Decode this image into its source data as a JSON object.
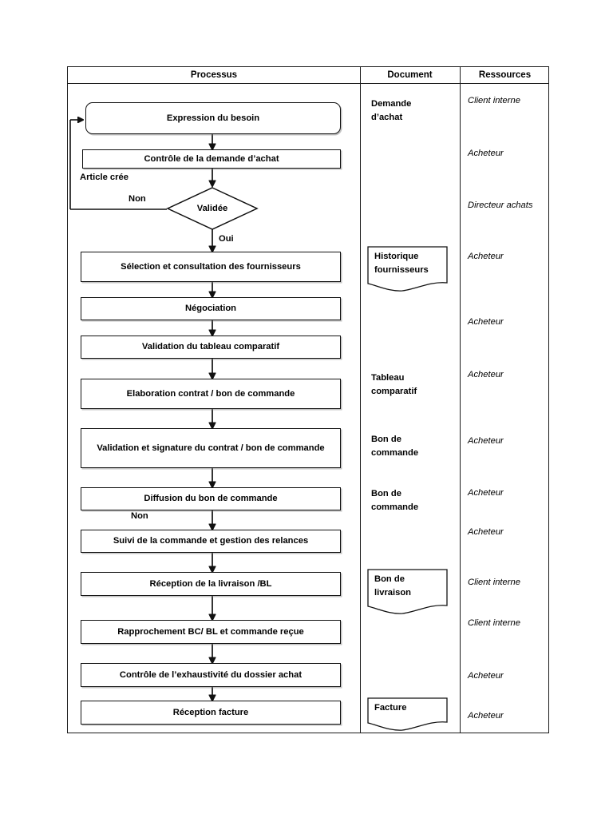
{
  "header": {
    "columns": [
      {
        "label": "Processus"
      },
      {
        "label": "Document"
      },
      {
        "label": "Ressources"
      }
    ]
  },
  "process": {
    "steps": [
      {
        "id": "expression-du-besoin",
        "label": "Expression du besoin",
        "shape": "rounded-rect"
      },
      {
        "id": "controle-demande-achat",
        "label": "Contrôle de la demande d’achat",
        "shape": "rect"
      },
      {
        "id": "validee",
        "label": "Validée",
        "shape": "diamond"
      },
      {
        "id": "selection-consultation",
        "label": "Sélection et consultation des fournisseurs",
        "shape": "rect"
      },
      {
        "id": "negociation",
        "label": "Négociation",
        "shape": "rect"
      },
      {
        "id": "validation-tableau",
        "label": "Validation du tableau comparatif",
        "shape": "rect"
      },
      {
        "id": "elaboration-contrat",
        "label": "Elaboration contrat / bon de commande",
        "shape": "rect"
      },
      {
        "id": "validation-signature",
        "label": "Validation et signature du contrat / bon de commande",
        "shape": "rect"
      },
      {
        "id": "diffusion-bon-commande",
        "label": "Diffusion du bon de commande",
        "shape": "rect"
      },
      {
        "id": "suivi-commande",
        "label": "Suivi de la commande et gestion des relances",
        "shape": "rect"
      },
      {
        "id": "reception-livraison",
        "label": "Réception de la livraison /BL",
        "shape": "rect"
      },
      {
        "id": "rapprochement",
        "label": "Rapprochement BC/ BL et commande reçue",
        "shape": "rect"
      },
      {
        "id": "controle-exhaustivite",
        "label": "Contrôle de l’exhaustivité du dossier achat",
        "shape": "rect"
      },
      {
        "id": "reception-facture",
        "label": "Réception facture",
        "shape": "rect"
      }
    ],
    "edge_labels": [
      {
        "id": "article-cree",
        "text": "Article crée"
      },
      {
        "id": "branch-non-1",
        "text": "Non"
      },
      {
        "id": "branch-oui",
        "text": "Oui"
      },
      {
        "id": "branch-non-2",
        "text": "Non"
      }
    ]
  },
  "documents": [
    {
      "id": "demande-achat",
      "label": "Demande\nd’achat",
      "shape": "text"
    },
    {
      "id": "historique-fournisseurs",
      "label": "Historique\nfournisseurs",
      "shape": "document"
    },
    {
      "id": "tableau-comparatif",
      "label": "Tableau\ncomparatif",
      "shape": "text"
    },
    {
      "id": "bon-de-commande-1",
      "label": "Bon de\ncommande",
      "shape": "text"
    },
    {
      "id": "bon-de-commande-2",
      "label": "Bon de\ncommande",
      "shape": "text"
    },
    {
      "id": "bon-de-livraison",
      "label": "Bon de\nlivraison",
      "shape": "document"
    },
    {
      "id": "facture",
      "label": "Facture",
      "shape": "document"
    }
  ],
  "resources": [
    {
      "id": "res-1",
      "label": "Client interne"
    },
    {
      "id": "res-2",
      "label": "Acheteur"
    },
    {
      "id": "res-3",
      "label": "Directeur achats"
    },
    {
      "id": "res-4",
      "label": "Acheteur"
    },
    {
      "id": "res-5",
      "label": "Acheteur"
    },
    {
      "id": "res-6",
      "label": "Acheteur"
    },
    {
      "id": "res-7",
      "label": "Acheteur"
    },
    {
      "id": "res-8",
      "label": "Acheteur"
    },
    {
      "id": "res-9",
      "label": "Acheteur"
    },
    {
      "id": "res-10",
      "label": "Client interne"
    },
    {
      "id": "res-11",
      "label": "Client interne"
    },
    {
      "id": "res-12",
      "label": "Acheteur"
    },
    {
      "id": "res-13",
      "label": "Acheteur"
    }
  ],
  "colors": {
    "stroke": "#111111",
    "background": "#ffffff",
    "text": "#000000",
    "shadow": "#787878"
  }
}
